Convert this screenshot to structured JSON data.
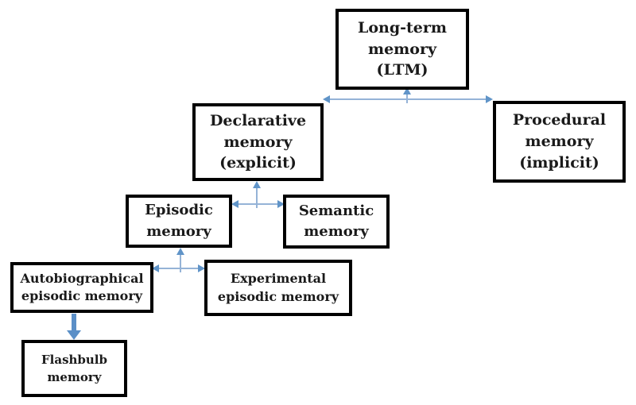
{
  "nodes": {
    "ltm": {
      "lines": [
        "Long-term",
        "memory",
        "(LTM)"
      ]
    },
    "declarative": {
      "lines": [
        "Declarative",
        "memory",
        "(explicit)"
      ]
    },
    "procedural": {
      "lines": [
        "Procedural",
        "memory",
        "(implicit)"
      ]
    },
    "episodic": {
      "lines": [
        "Episodic",
        "memory"
      ]
    },
    "semantic": {
      "lines": [
        "Semantic",
        "memory"
      ]
    },
    "autobiographical": {
      "lines": [
        "Autobiographical",
        "episodic memory"
      ]
    },
    "experimental": {
      "lines": [
        "Experimental",
        "episodic memory"
      ]
    },
    "flashbulb": {
      "lines": [
        "Flashbulb",
        "memory"
      ]
    }
  },
  "edges": [
    {
      "from": "ltm",
      "to": [
        "declarative",
        "procedural"
      ],
      "style": "bracket-with-double-arrowheads"
    },
    {
      "from": "declarative",
      "to": [
        "episodic",
        "semantic"
      ],
      "style": "bracket-with-double-arrowheads"
    },
    {
      "from": "episodic",
      "to": [
        "autobiographical",
        "experimental"
      ],
      "style": "bracket-with-double-arrowheads"
    },
    {
      "from": "autobiographical",
      "to": [
        "flashbulb"
      ],
      "style": "thick-down-arrow"
    }
  ],
  "colors": {
    "background": "#ffffff",
    "box_border": "#000000",
    "box_fill": "#ffffff",
    "text": "#1a1a1a",
    "connector_line": "#95b3d7",
    "arrowhead": "#6094c8",
    "thick_arrow": "#5b8fc7"
  }
}
